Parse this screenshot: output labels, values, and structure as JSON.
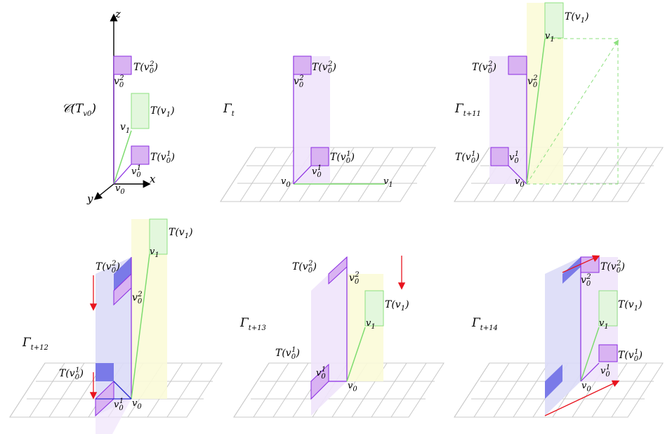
{
  "panels": {
    "p1": {
      "title_main": "𝒞(T",
      "title_sub": "v0",
      "title_close": ")",
      "axis_x": "x",
      "axis_y": "y",
      "axis_z": "z",
      "T_v02": "T(v",
      "T_v02_sup": "2",
      "T_v02_sub": "0",
      "T_v1": "T(v",
      "T_v1_sub": "1",
      "T_v01": "T(v",
      "T_v01_sup": "1",
      "T_v01_sub": "0",
      "v0": "v",
      "v0_sub": "0",
      "v1": "v",
      "v1_sub": "1",
      "v02": "v",
      "v02_sup": "2",
      "v02_sub": "0",
      "v01": "v",
      "v01_sup": "1",
      "v01_sub": "0"
    },
    "p2": {
      "title": "Γ",
      "title_sub": "t"
    },
    "p3": {
      "title": "Γ",
      "title_sub": "t+11"
    },
    "p4": {
      "title": "Γ",
      "title_sub": "t+12"
    },
    "p5": {
      "title": "Γ",
      "title_sub": "t+13"
    },
    "p6": {
      "title": "Γ",
      "title_sub": "t+14"
    }
  },
  "colors": {
    "purple": "#8a2be2",
    "purple_fill": "#d9b3f2",
    "purple_light": "#efe4fb",
    "green": "#7ddc6f",
    "green_fill": "#e3f7dd",
    "yellow_light": "#fbfbd8",
    "blue_fill": "#7a7ae8",
    "blue_light": "#dcdcf7",
    "red": "#e8141e",
    "grid": "#c8c8c8"
  }
}
